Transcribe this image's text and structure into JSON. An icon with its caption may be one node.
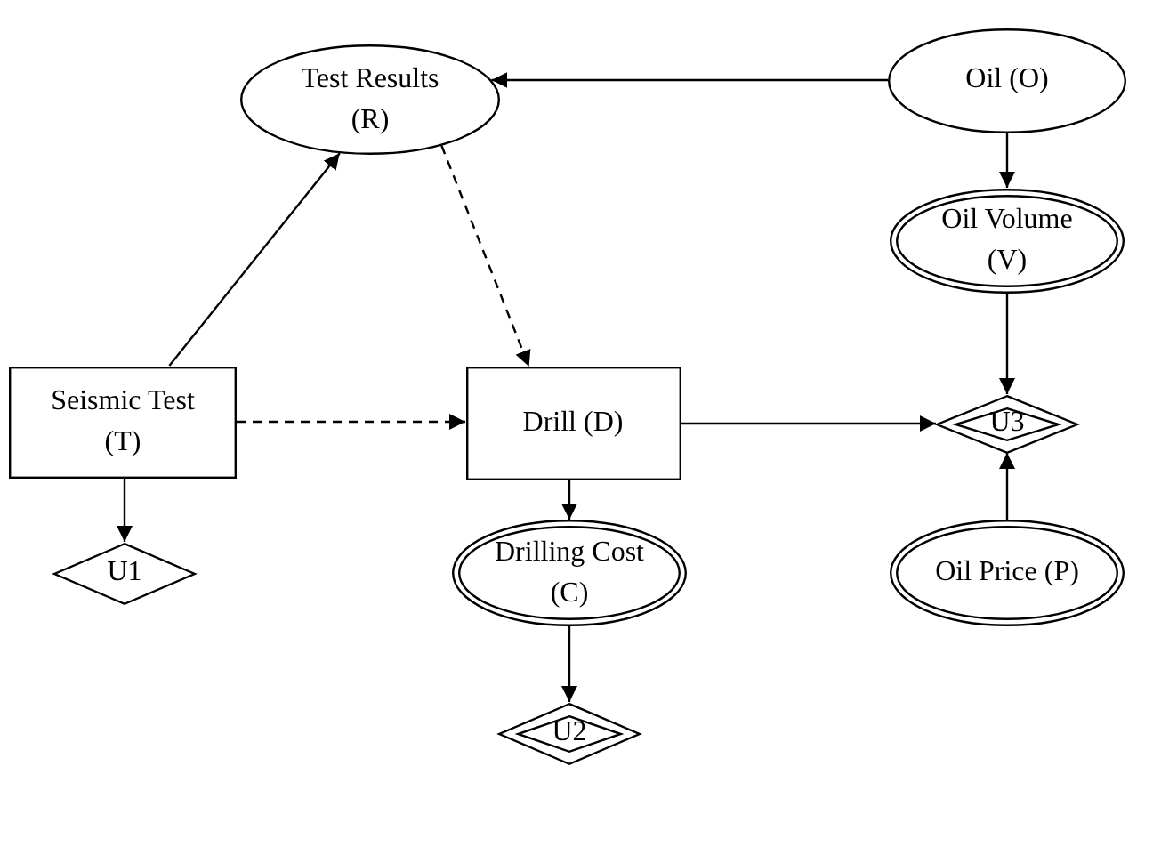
{
  "diagram": {
    "nodes": [
      {
        "text": [
          "Test Results (R)"
        ]
      },
      {
        "text": [
          "Oil (O)"
        ]
      },
      {
        "text": [
          "Oil Volume (V)"
        ]
      },
      {
        "text": [
          "Seismic Test (T)"
        ]
      },
      {
        "text": [
          "Drill (D)"
        ]
      },
      {
        "text": [
          "U3"
        ]
      },
      {
        "text": [
          "U1"
        ]
      },
      {
        "text": [
          "Drilling Cost (C)"
        ]
      },
      {
        "text": [
          "Oil Price (P)"
        ]
      },
      {
        "text": [
          "U2"
        ]
      }
    ],
    "edges": [
      {
        "from": 1,
        "to": 0,
        "arrow": "to"
      },
      {
        "from": 1,
        "to": 2,
        "arrow": "to"
      },
      {
        "from": 2,
        "to": 5,
        "arrow": "to"
      },
      {
        "from": 3,
        "to": 0,
        "arrow": "to"
      },
      {
        "from": 0,
        "to": 4,
        "arrow": "to",
        "style": "dashed"
      },
      {
        "from": 3,
        "to": 4,
        "arrow": "to",
        "style": "dashed"
      },
      {
        "from": 4,
        "to": 5,
        "arrow": "to"
      },
      {
        "from": 4,
        "to": 7,
        "arrow": "to"
      },
      {
        "from": 3,
        "to": 6,
        "arrow": "to"
      },
      {
        "from": 8,
        "to": 5,
        "arrow": "to"
      },
      {
        "from": 7,
        "to": 9,
        "arrow": "to"
      }
    ]
  }
}
